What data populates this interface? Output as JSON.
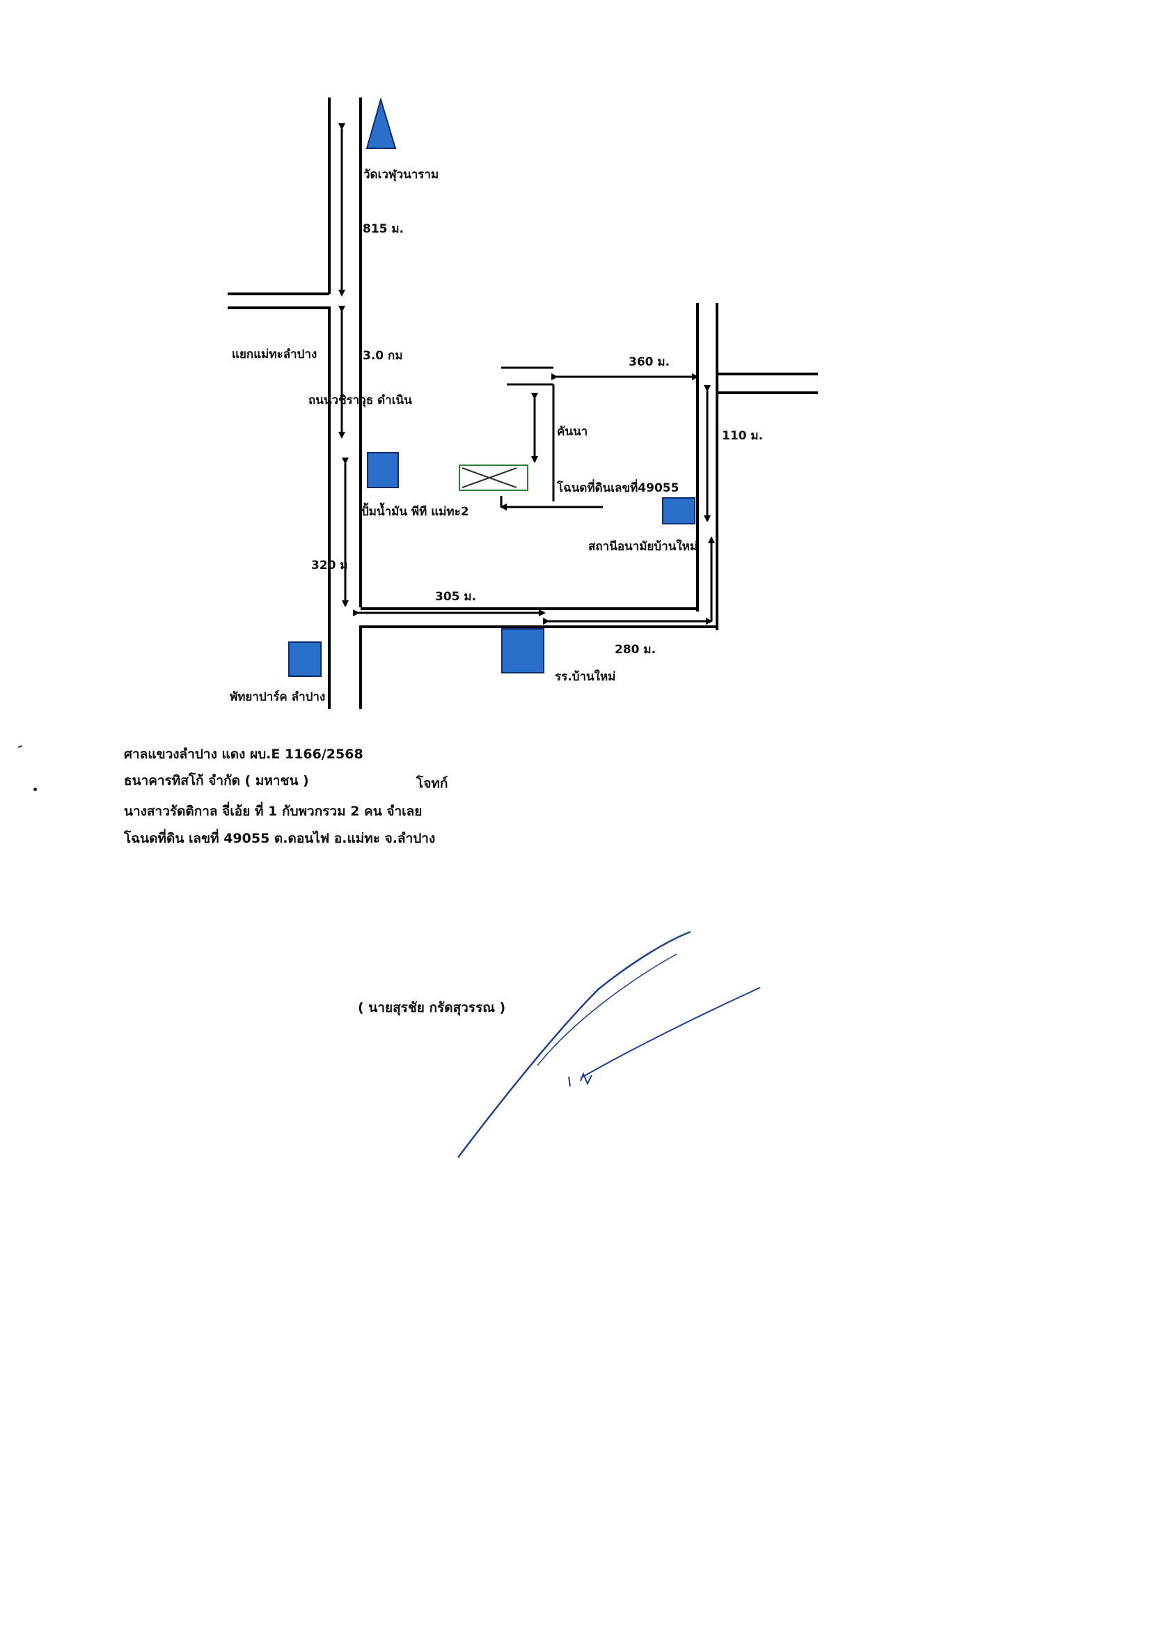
{
  "map": {
    "labels": {
      "temple": "วัดเวฬุวนาราม",
      "dist_temple": "815 ม.",
      "junction": "แยกแม่ทะลำปาง",
      "dist_junction": "3.0 กม",
      "road_name": "ถนนวชิราวุธ ดำเนิน",
      "dist_360": "360 ม.",
      "dist_110": "110 ม.",
      "field_path": "คันนา",
      "deed": "โฉนดที่ดินเลขที่49055",
      "gas_station": "ปั้มน้ำมัน พีที แม่ทะ2",
      "health_station": "สถานีอนามัยบ้านใหม่",
      "dist_320": "320 ม",
      "dist_305": "305 ม.",
      "dist_280": "280 ม.",
      "school": "รร.บ้านใหม่",
      "park": "พัทยาปาร์ค ลำปาง"
    },
    "colors": {
      "marker": "#2a6fc9",
      "marker_border": "#0a2a6a",
      "land_plot": "#2e7d32"
    }
  },
  "case": {
    "line1": "ศาลแขวงลำปาง แดง ผบ.E 1166/2568",
    "line2": "ธนาคารทิสโก้ จำกัด ( มหาชน )",
    "plaintiff": "โจทก์",
    "line3": "นางสาวรัดติกาล จี่เอ้ย ที่ 1 กับพวกรวม 2 คน จำเลย",
    "line4": "โฉนดที่ดิน เลขที่ 49055 ต.ดอนไฟ อ.แม่ทะ จ.ลำปาง"
  },
  "signature": {
    "name": "( นายสุรชัย กรัดสุวรรณ )"
  }
}
